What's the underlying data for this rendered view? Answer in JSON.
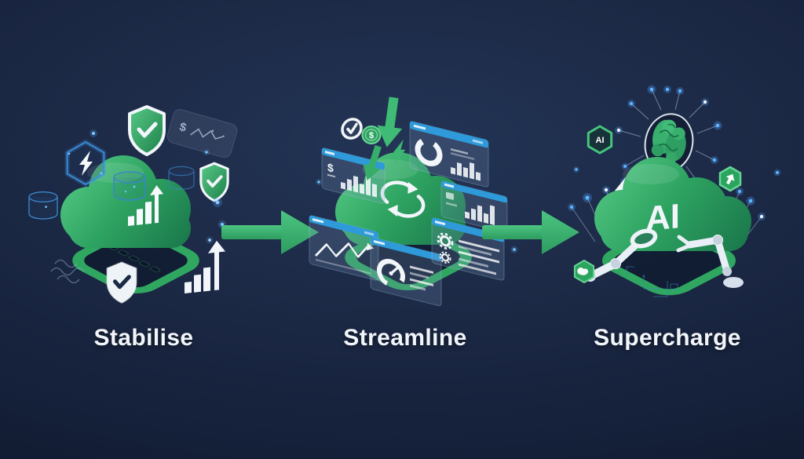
{
  "diagram": {
    "stages": [
      {
        "label": "Stabilise",
        "icons": [
          "shield-check",
          "lightning-hexagon",
          "database-cylinder",
          "growth-bars-arrow",
          "finance-note-panel",
          "platform-base",
          "cloud"
        ]
      },
      {
        "label": "Streamline",
        "icons": [
          "sync-loop",
          "check-circle",
          "dollar-coin",
          "down-arrow",
          "lightning-bolt",
          "donut-dashboard-panel",
          "dollar-bars-panel",
          "bars-panel",
          "line-chart-panel",
          "gauge-panel",
          "gears-list-panel",
          "platform-base",
          "cloud"
        ]
      },
      {
        "label": "Supercharge",
        "icons": [
          "ai-cloud",
          "neural-brain",
          "glow-node",
          "ai-hexagon-badge",
          "rocket-hexagon-badge",
          "brain-hexagon-badge",
          "lightning-bolt",
          "robot-arm-magnifier",
          "robot-arm-gripper",
          "circuit-traces",
          "platform-base"
        ]
      }
    ],
    "arrows": [
      "stage-arrow",
      "stage-arrow"
    ]
  },
  "glyphs": {
    "dollar": "$",
    "ai": "AI"
  },
  "colors": {
    "background": "#1b2844",
    "green": "#3db873",
    "green_dark": "#1e7c4c",
    "arrow_green": "#3fae6e",
    "panel_header_blue": "#2e9ad9",
    "outline_blue": "#3a8fd9",
    "glow_blue": "#7cc8ff",
    "white": "#f2f6fa"
  }
}
